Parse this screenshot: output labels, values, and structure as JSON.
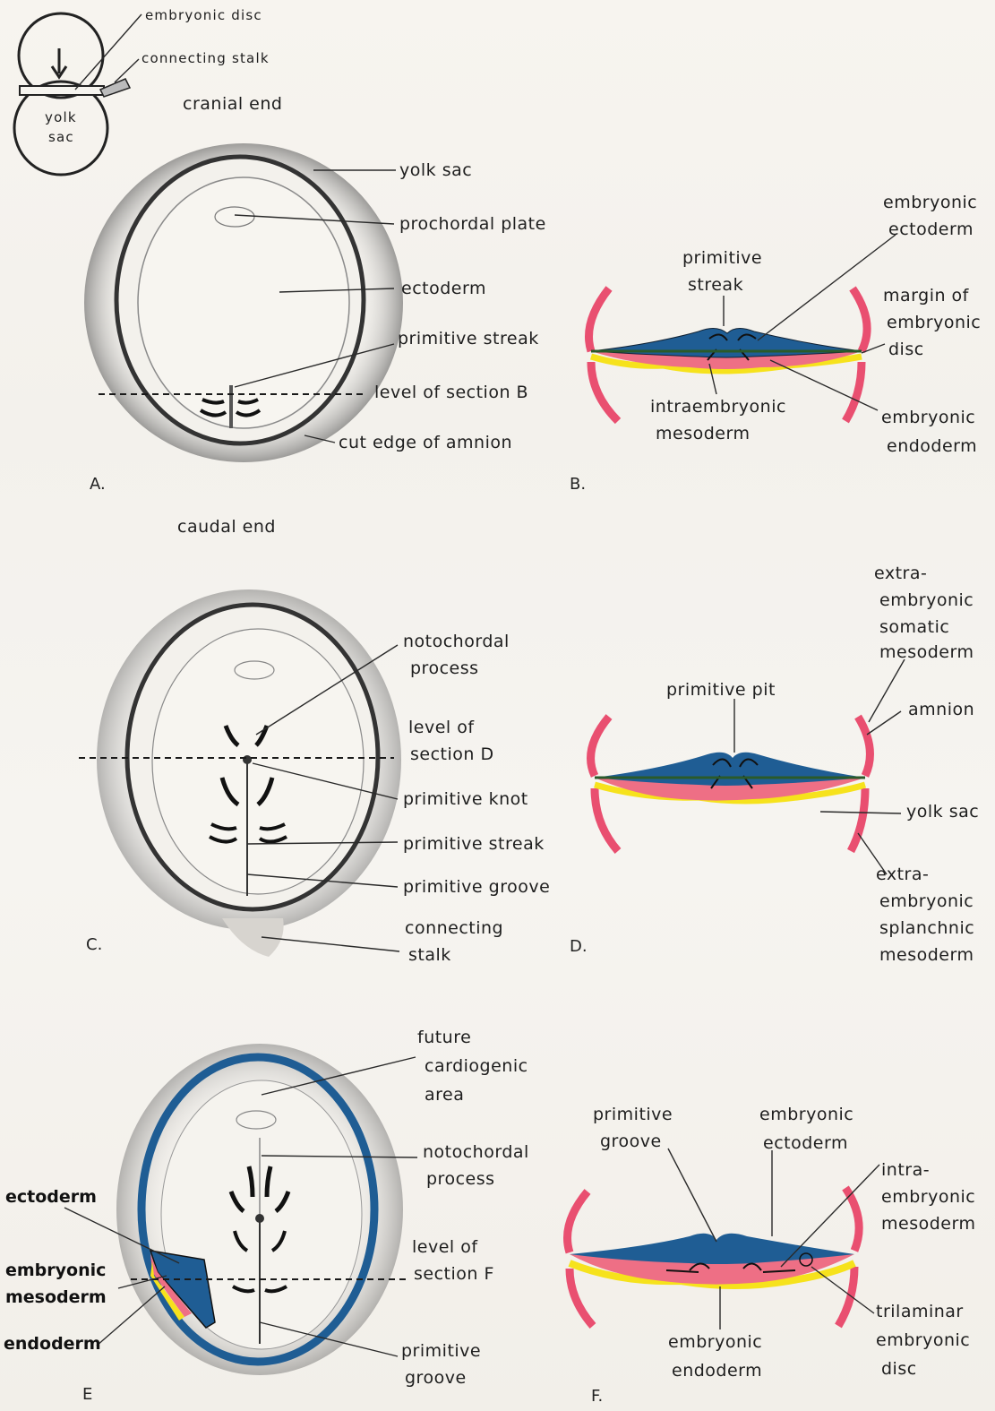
{
  "panels": {
    "a": "A.",
    "b": "B.",
    "c": "C.",
    "d": "D.",
    "e": "E",
    "f": "F."
  },
  "inset": {
    "embryonic_disc": "embryonic disc",
    "connecting_stalk": "connecting stalk",
    "yolk": "yolk",
    "sac": "sac"
  },
  "A": {
    "cranial_end": "cranial end",
    "caudal_end": "caudal end",
    "yolk_sac": "yolk sac",
    "prochordal_plate": "prochordal plate",
    "ectoderm": "ectoderm",
    "primitive_streak": "primitive streak",
    "level_of_section_b": "level of section B",
    "cut_edge_of_amnion": "cut edge of amnion"
  },
  "B": {
    "embryonic": "embryonic",
    "ectoderm": "ectoderm",
    "primitive": "primitive",
    "streak": "streak",
    "margin_of": "margin of",
    "embryonic2": "embryonic",
    "disc": "disc",
    "intraembryonic": "intraembryonic",
    "mesoderm": "mesoderm",
    "embryonic3": "embryonic",
    "endoderm": "endoderm"
  },
  "C": {
    "notochordal": "notochordal",
    "process": "process",
    "level_of": "level of",
    "section_d": "section D",
    "primitive_knot": "primitive knot",
    "primitive_streak": "primitive streak",
    "primitive_groove": "primitive groove",
    "connecting": "connecting",
    "stalk": "stalk"
  },
  "D": {
    "extra": "extra-",
    "embryonic": "embryonic",
    "somatic": "somatic",
    "mesoderm": "mesoderm",
    "amnion": "amnion",
    "primitive_pit": "primitive pit",
    "yolk_sac": "yolk sac",
    "extra2": "extra-",
    "embryonic2": "embryonic",
    "splanchnic": "splanchnic",
    "mesoderm2": "mesoderm"
  },
  "E": {
    "future": "future",
    "cardiogenic": "cardiogenic",
    "area": "area",
    "notochordal": "notochordal",
    "process": "process",
    "level_of": "level of",
    "section_f": "section F",
    "ectoderm": "ectoderm",
    "embryonic": "embryonic",
    "mesoderm": "mesoderm",
    "endoderm": "endoderm",
    "primitive": "primitive",
    "groove": "groove"
  },
  "F": {
    "primitive": "primitive",
    "groove": "groove",
    "embryonic": "embryonic",
    "ectoderm": "ectoderm",
    "intra": "intra-",
    "embryonic2": "embryonic",
    "mesoderm": "mesoderm",
    "embryonic3": "embryonic",
    "endoderm": "endoderm",
    "trilaminar": "trilaminar",
    "embryonic4": "embryonic",
    "disc": "disc"
  },
  "colors": {
    "ectoderm": "#1f5d94",
    "mesoderm": "#ee6f85",
    "endoderm": "#f6e21c",
    "amnion": "#e94f70",
    "outline": "#2c2c2c"
  }
}
